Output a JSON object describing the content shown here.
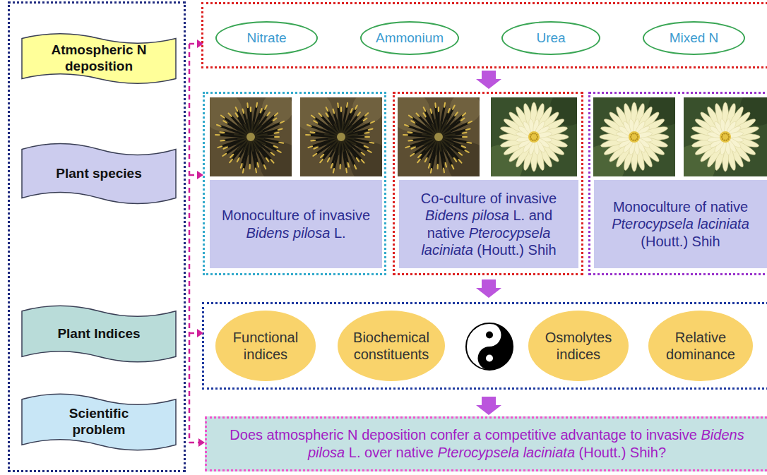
{
  "diagram": {
    "nodes": [
      {
        "text": [
          "Atmospheric N deposition"
        ]
      },
      {
        "text": [
          "Nitrate"
        ]
      },
      {
        "text": [
          "Ammonium"
        ]
      },
      {
        "text": [
          "Urea"
        ]
      },
      {
        "text": [
          "Mixed N"
        ]
      },
      {
        "text": [
          "Plant species"
        ]
      },
      {
        "text": [
          "Monoculture of invasive Bidens pilosa L."
        ]
      },
      {
        "text": [
          "Co-culture of invasive Bidens pilosa L. and native Pterocypsela laciniata (Houtt.) Shih"
        ]
      },
      {
        "text": [
          "Monoculture of native Pterocypsela laciniata (Houtt.) Shih"
        ]
      },
      {
        "text": [
          "Plant Indices"
        ]
      },
      {
        "text": [
          "Functional indices"
        ]
      },
      {
        "text": [
          "Biochemical constituents"
        ]
      },
      {
        "text": [
          "Osmolytes indices"
        ]
      },
      {
        "text": [
          "Relative dominance"
        ]
      },
      {
        "text": [
          "Scientific problem"
        ]
      },
      {
        "text": [
          "Does atmospheric N deposition confer a competitive advantage to invasive Bidens pilosa L. over native Pterocypsela laciniata (Houtt.) Shih?"
        ]
      }
    ]
  }
}
